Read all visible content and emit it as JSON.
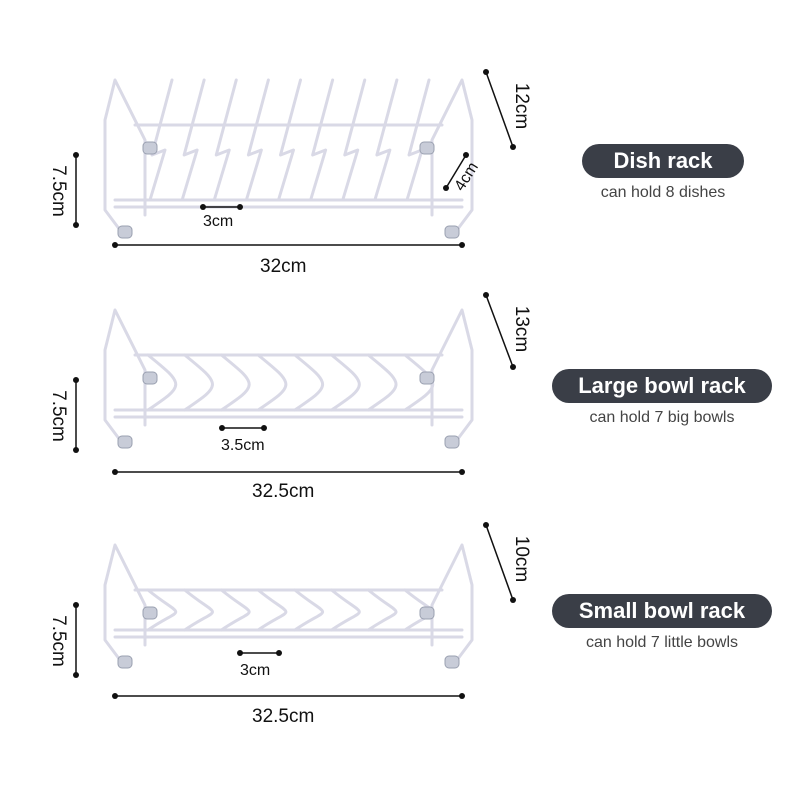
{
  "colors": {
    "pill_bg": "#3a3e47",
    "pill_text": "#ffffff",
    "wire": "#d9d9e6",
    "foot": "#c8ccd8"
  },
  "racks": [
    {
      "title": "Dish rack",
      "caption": "can hold 8 dishes",
      "height": "7.5cm",
      "depth": "12cm",
      "length": "32cm",
      "spacing": "3cm",
      "slot_height": "4cm",
      "slots": 9,
      "style": "dish"
    },
    {
      "title": "Large bowl rack",
      "caption": "can hold 7 big bowls",
      "height": "7.5cm",
      "depth": "13cm",
      "length": "32.5cm",
      "spacing": "3.5cm",
      "slots": 8,
      "style": "bowl"
    },
    {
      "title": "Small bowl rack",
      "caption": "can hold 7 little bowls",
      "height": "7.5cm",
      "depth": "10cm",
      "length": "32.5cm",
      "spacing": "3cm",
      "slots": 8,
      "style": "bowl"
    }
  ]
}
